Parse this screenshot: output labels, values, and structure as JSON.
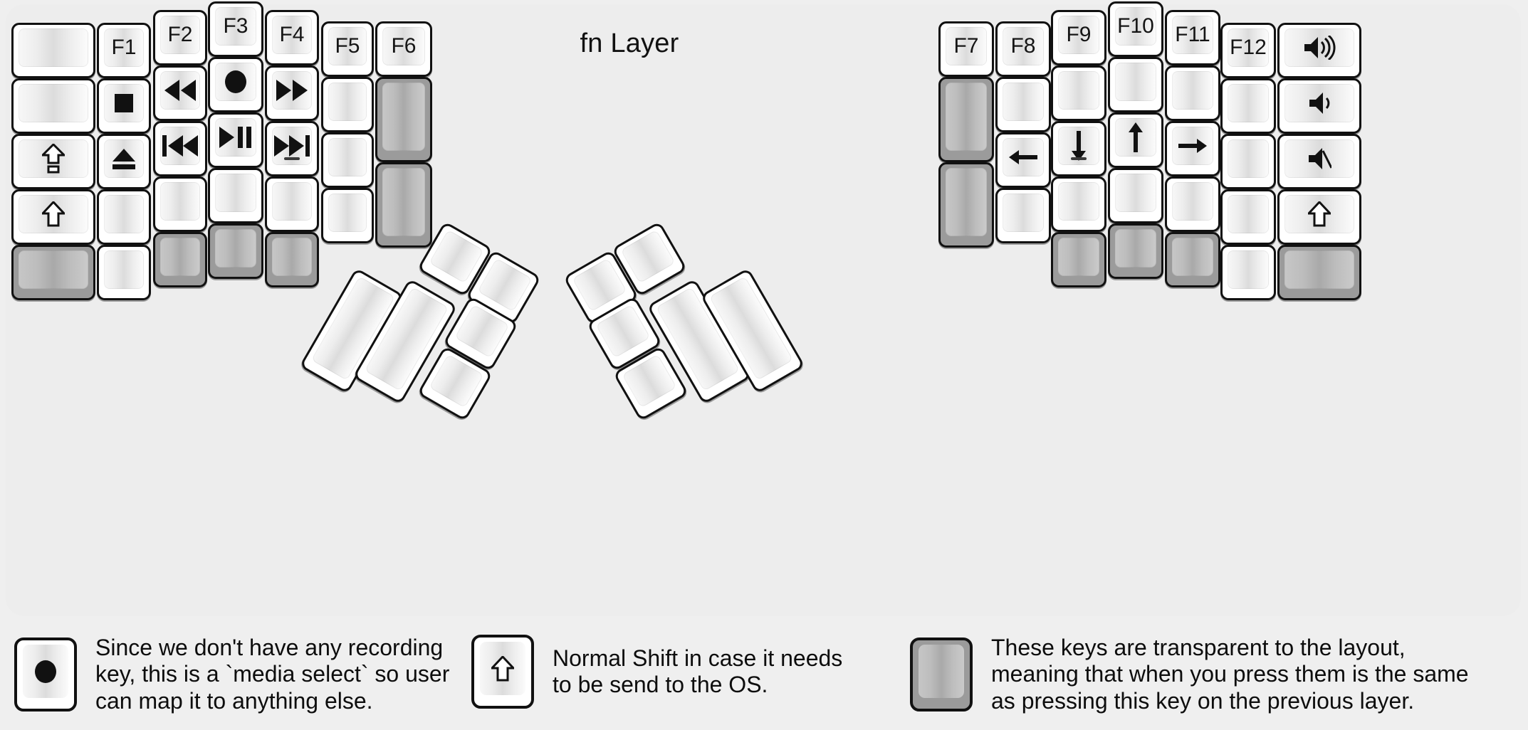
{
  "title": "fn Layer",
  "colors": {
    "background": "#efefef",
    "keycap": "#ffffff",
    "keycap_border": "#111111",
    "transparent_key": "#9b9b9b",
    "text": "#151515"
  },
  "left_half": {
    "columns": [
      {
        "name": "pinky-outer",
        "keys": [
          {
            "label": "",
            "icon": "",
            "state": "normal"
          },
          {
            "label": "",
            "icon": "",
            "state": "normal"
          },
          {
            "label": "",
            "icon": "caps-lock-icon",
            "state": "normal"
          },
          {
            "label": "",
            "icon": "shift-icon",
            "state": "normal"
          },
          {
            "label": "",
            "icon": "",
            "state": "transparent"
          }
        ]
      },
      {
        "name": "pinky",
        "keys": [
          {
            "label": "F1",
            "icon": "",
            "state": "normal"
          },
          {
            "label": "",
            "icon": "media-stop-icon",
            "state": "normal"
          },
          {
            "label": "",
            "icon": "media-eject-icon",
            "state": "normal"
          },
          {
            "label": "",
            "icon": "",
            "state": "normal"
          },
          {
            "label": "",
            "icon": "",
            "state": "normal"
          }
        ]
      },
      {
        "name": "ring",
        "keys": [
          {
            "label": "F2",
            "icon": "",
            "state": "normal"
          },
          {
            "label": "",
            "icon": "media-rewind-icon",
            "state": "normal"
          },
          {
            "label": "",
            "icon": "media-prev-track-icon",
            "state": "normal"
          },
          {
            "label": "",
            "icon": "",
            "state": "normal"
          },
          {
            "label": "",
            "icon": "",
            "state": "transparent"
          }
        ]
      },
      {
        "name": "middle",
        "keys": [
          {
            "label": "F3",
            "icon": "",
            "state": "normal"
          },
          {
            "label": "",
            "icon": "media-record-icon",
            "state": "normal"
          },
          {
            "label": "",
            "icon": "media-play-pause-icon",
            "state": "normal"
          },
          {
            "label": "",
            "icon": "",
            "state": "normal"
          },
          {
            "label": "",
            "icon": "",
            "state": "transparent"
          }
        ]
      },
      {
        "name": "index",
        "keys": [
          {
            "label": "F4",
            "icon": "",
            "state": "normal"
          },
          {
            "label": "",
            "icon": "media-fast-forward-icon",
            "state": "normal"
          },
          {
            "label": "",
            "icon": "media-next-track-icon",
            "state": "normal",
            "homing": true
          },
          {
            "label": "",
            "icon": "",
            "state": "normal"
          },
          {
            "label": "",
            "icon": "",
            "state": "transparent"
          }
        ]
      },
      {
        "name": "inner-1",
        "keys": [
          {
            "label": "F5",
            "icon": "",
            "state": "normal"
          },
          {
            "label": "",
            "icon": "",
            "state": "normal"
          },
          {
            "label": "",
            "icon": "",
            "state": "normal"
          },
          {
            "label": "",
            "icon": "",
            "state": "normal"
          }
        ]
      },
      {
        "name": "inner-2",
        "keys": [
          {
            "label": "F6",
            "icon": "",
            "state": "normal"
          },
          {
            "label": "",
            "icon": "",
            "state": "transparent"
          },
          {
            "label": "",
            "icon": "",
            "state": "transparent"
          }
        ]
      }
    ],
    "thumb_cluster": {
      "rotation_deg": 30,
      "keys": [
        {
          "name": "thumb-2u-outer",
          "label": "",
          "state": "normal",
          "size": "2u"
        },
        {
          "name": "thumb-2u-inner",
          "label": "",
          "state": "normal",
          "size": "2u"
        },
        {
          "name": "thumb-top-left",
          "label": "",
          "state": "normal",
          "size": "1u"
        },
        {
          "name": "thumb-top-right",
          "label": "",
          "state": "normal",
          "size": "1u"
        },
        {
          "name": "thumb-mid-right",
          "label": "",
          "state": "normal",
          "size": "1u"
        },
        {
          "name": "thumb-bot-right",
          "label": "",
          "state": "normal",
          "size": "1u"
        }
      ]
    }
  },
  "right_half": {
    "columns": [
      {
        "name": "inner-2",
        "keys": [
          {
            "label": "F7",
            "icon": "",
            "state": "normal"
          },
          {
            "label": "",
            "icon": "",
            "state": "transparent"
          },
          {
            "label": "",
            "icon": "",
            "state": "transparent"
          }
        ]
      },
      {
        "name": "inner-1",
        "keys": [
          {
            "label": "F8",
            "icon": "",
            "state": "normal"
          },
          {
            "label": "",
            "icon": "",
            "state": "normal"
          },
          {
            "label": "",
            "icon": "arrow-left-icon",
            "state": "normal"
          },
          {
            "label": "",
            "icon": "",
            "state": "normal"
          }
        ]
      },
      {
        "name": "index",
        "keys": [
          {
            "label": "F9",
            "icon": "",
            "state": "normal"
          },
          {
            "label": "",
            "icon": "",
            "state": "normal"
          },
          {
            "label": "",
            "icon": "arrow-down-icon",
            "state": "normal",
            "homing": true
          },
          {
            "label": "",
            "icon": "",
            "state": "normal"
          },
          {
            "label": "",
            "icon": "",
            "state": "transparent"
          }
        ]
      },
      {
        "name": "middle",
        "keys": [
          {
            "label": "F10",
            "icon": "",
            "state": "normal"
          },
          {
            "label": "",
            "icon": "",
            "state": "normal"
          },
          {
            "label": "",
            "icon": "arrow-up-icon",
            "state": "normal"
          },
          {
            "label": "",
            "icon": "",
            "state": "normal"
          },
          {
            "label": "",
            "icon": "",
            "state": "transparent"
          }
        ]
      },
      {
        "name": "ring",
        "keys": [
          {
            "label": "F11",
            "icon": "",
            "state": "normal"
          },
          {
            "label": "",
            "icon": "",
            "state": "normal"
          },
          {
            "label": "",
            "icon": "arrow-right-icon",
            "state": "normal"
          },
          {
            "label": "",
            "icon": "",
            "state": "normal"
          },
          {
            "label": "",
            "icon": "",
            "state": "transparent"
          }
        ]
      },
      {
        "name": "pinky",
        "keys": [
          {
            "label": "F12",
            "icon": "",
            "state": "normal"
          },
          {
            "label": "",
            "icon": "",
            "state": "normal"
          },
          {
            "label": "",
            "icon": "",
            "state": "normal"
          },
          {
            "label": "",
            "icon": "",
            "state": "normal"
          },
          {
            "label": "",
            "icon": "",
            "state": "normal"
          }
        ]
      },
      {
        "name": "pinky-outer",
        "keys": [
          {
            "label": "",
            "icon": "volume-up-icon",
            "state": "normal"
          },
          {
            "label": "",
            "icon": "volume-down-icon",
            "state": "normal"
          },
          {
            "label": "",
            "icon": "volume-mute-icon",
            "state": "normal"
          },
          {
            "label": "",
            "icon": "shift-icon",
            "state": "normal"
          },
          {
            "label": "",
            "icon": "",
            "state": "transparent"
          }
        ]
      }
    ],
    "thumb_cluster": {
      "rotation_deg": -30,
      "keys": [
        {
          "name": "thumb-top-left",
          "label": "",
          "state": "normal",
          "size": "1u"
        },
        {
          "name": "thumb-top-right",
          "label": "",
          "state": "normal",
          "size": "1u"
        },
        {
          "name": "thumb-mid-left",
          "label": "",
          "state": "normal",
          "size": "1u"
        },
        {
          "name": "thumb-bot-left",
          "label": "",
          "state": "normal",
          "size": "1u"
        },
        {
          "name": "thumb-2u-inner",
          "label": "",
          "state": "normal",
          "size": "2u"
        },
        {
          "name": "thumb-2u-outer",
          "label": "",
          "state": "normal",
          "size": "2u"
        }
      ]
    }
  },
  "legend": [
    {
      "icon": "media-record-icon",
      "state": "normal",
      "text": "Since we don't have any recording\nkey, this is a `media select` so user\ncan map it to anything else."
    },
    {
      "icon": "shift-icon",
      "state": "normal",
      "text": "Normal Shift in case it needs\nto be send to the OS."
    },
    {
      "icon": "",
      "state": "transparent",
      "text": "These keys are transparent to the layout,\nmeaning that when you press them is the same\nas pressing this key on the previous layer."
    }
  ]
}
